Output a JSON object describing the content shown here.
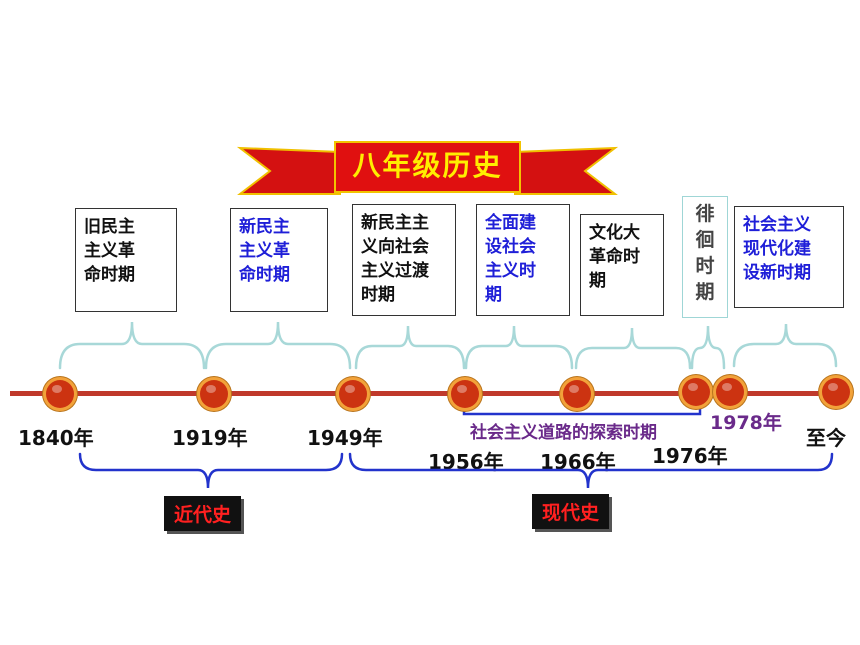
{
  "title": "八年级历史",
  "periods": [
    {
      "label": "旧民主\n主义革\n命时期",
      "color": "black"
    },
    {
      "label": "新民主\n主义革\n命时期",
      "color": "blue"
    },
    {
      "label": "新民主主\n义向社会\n主义过渡\n时期",
      "color": "black"
    },
    {
      "label": "全面建\n设社会\n主义时\n期",
      "color": "blue"
    },
    {
      "label": "文化大\n革命时\n期",
      "color": "black"
    },
    {
      "label": "徘\n徊\n时\n期",
      "color": "gray"
    },
    {
      "label": "社会主义\n现代化建\n设新时期",
      "color": "blue"
    }
  ],
  "years": [
    "1840年",
    "1919年",
    "1949年",
    "1956年",
    "1966年",
    "1976年",
    "1978年",
    "至今"
  ],
  "exploration_label": "社会主义道路的探索时期",
  "eras": [
    "近代史",
    "现代史"
  ],
  "colors": {
    "timeline": "#c0392b",
    "dot": "#cc3311",
    "dot_ring": "#f2a23a",
    "brace_light": "#a8d8d8",
    "brace_blue": "#2233cc",
    "banner": "#cc1111",
    "banner_text": "#ffee00"
  }
}
